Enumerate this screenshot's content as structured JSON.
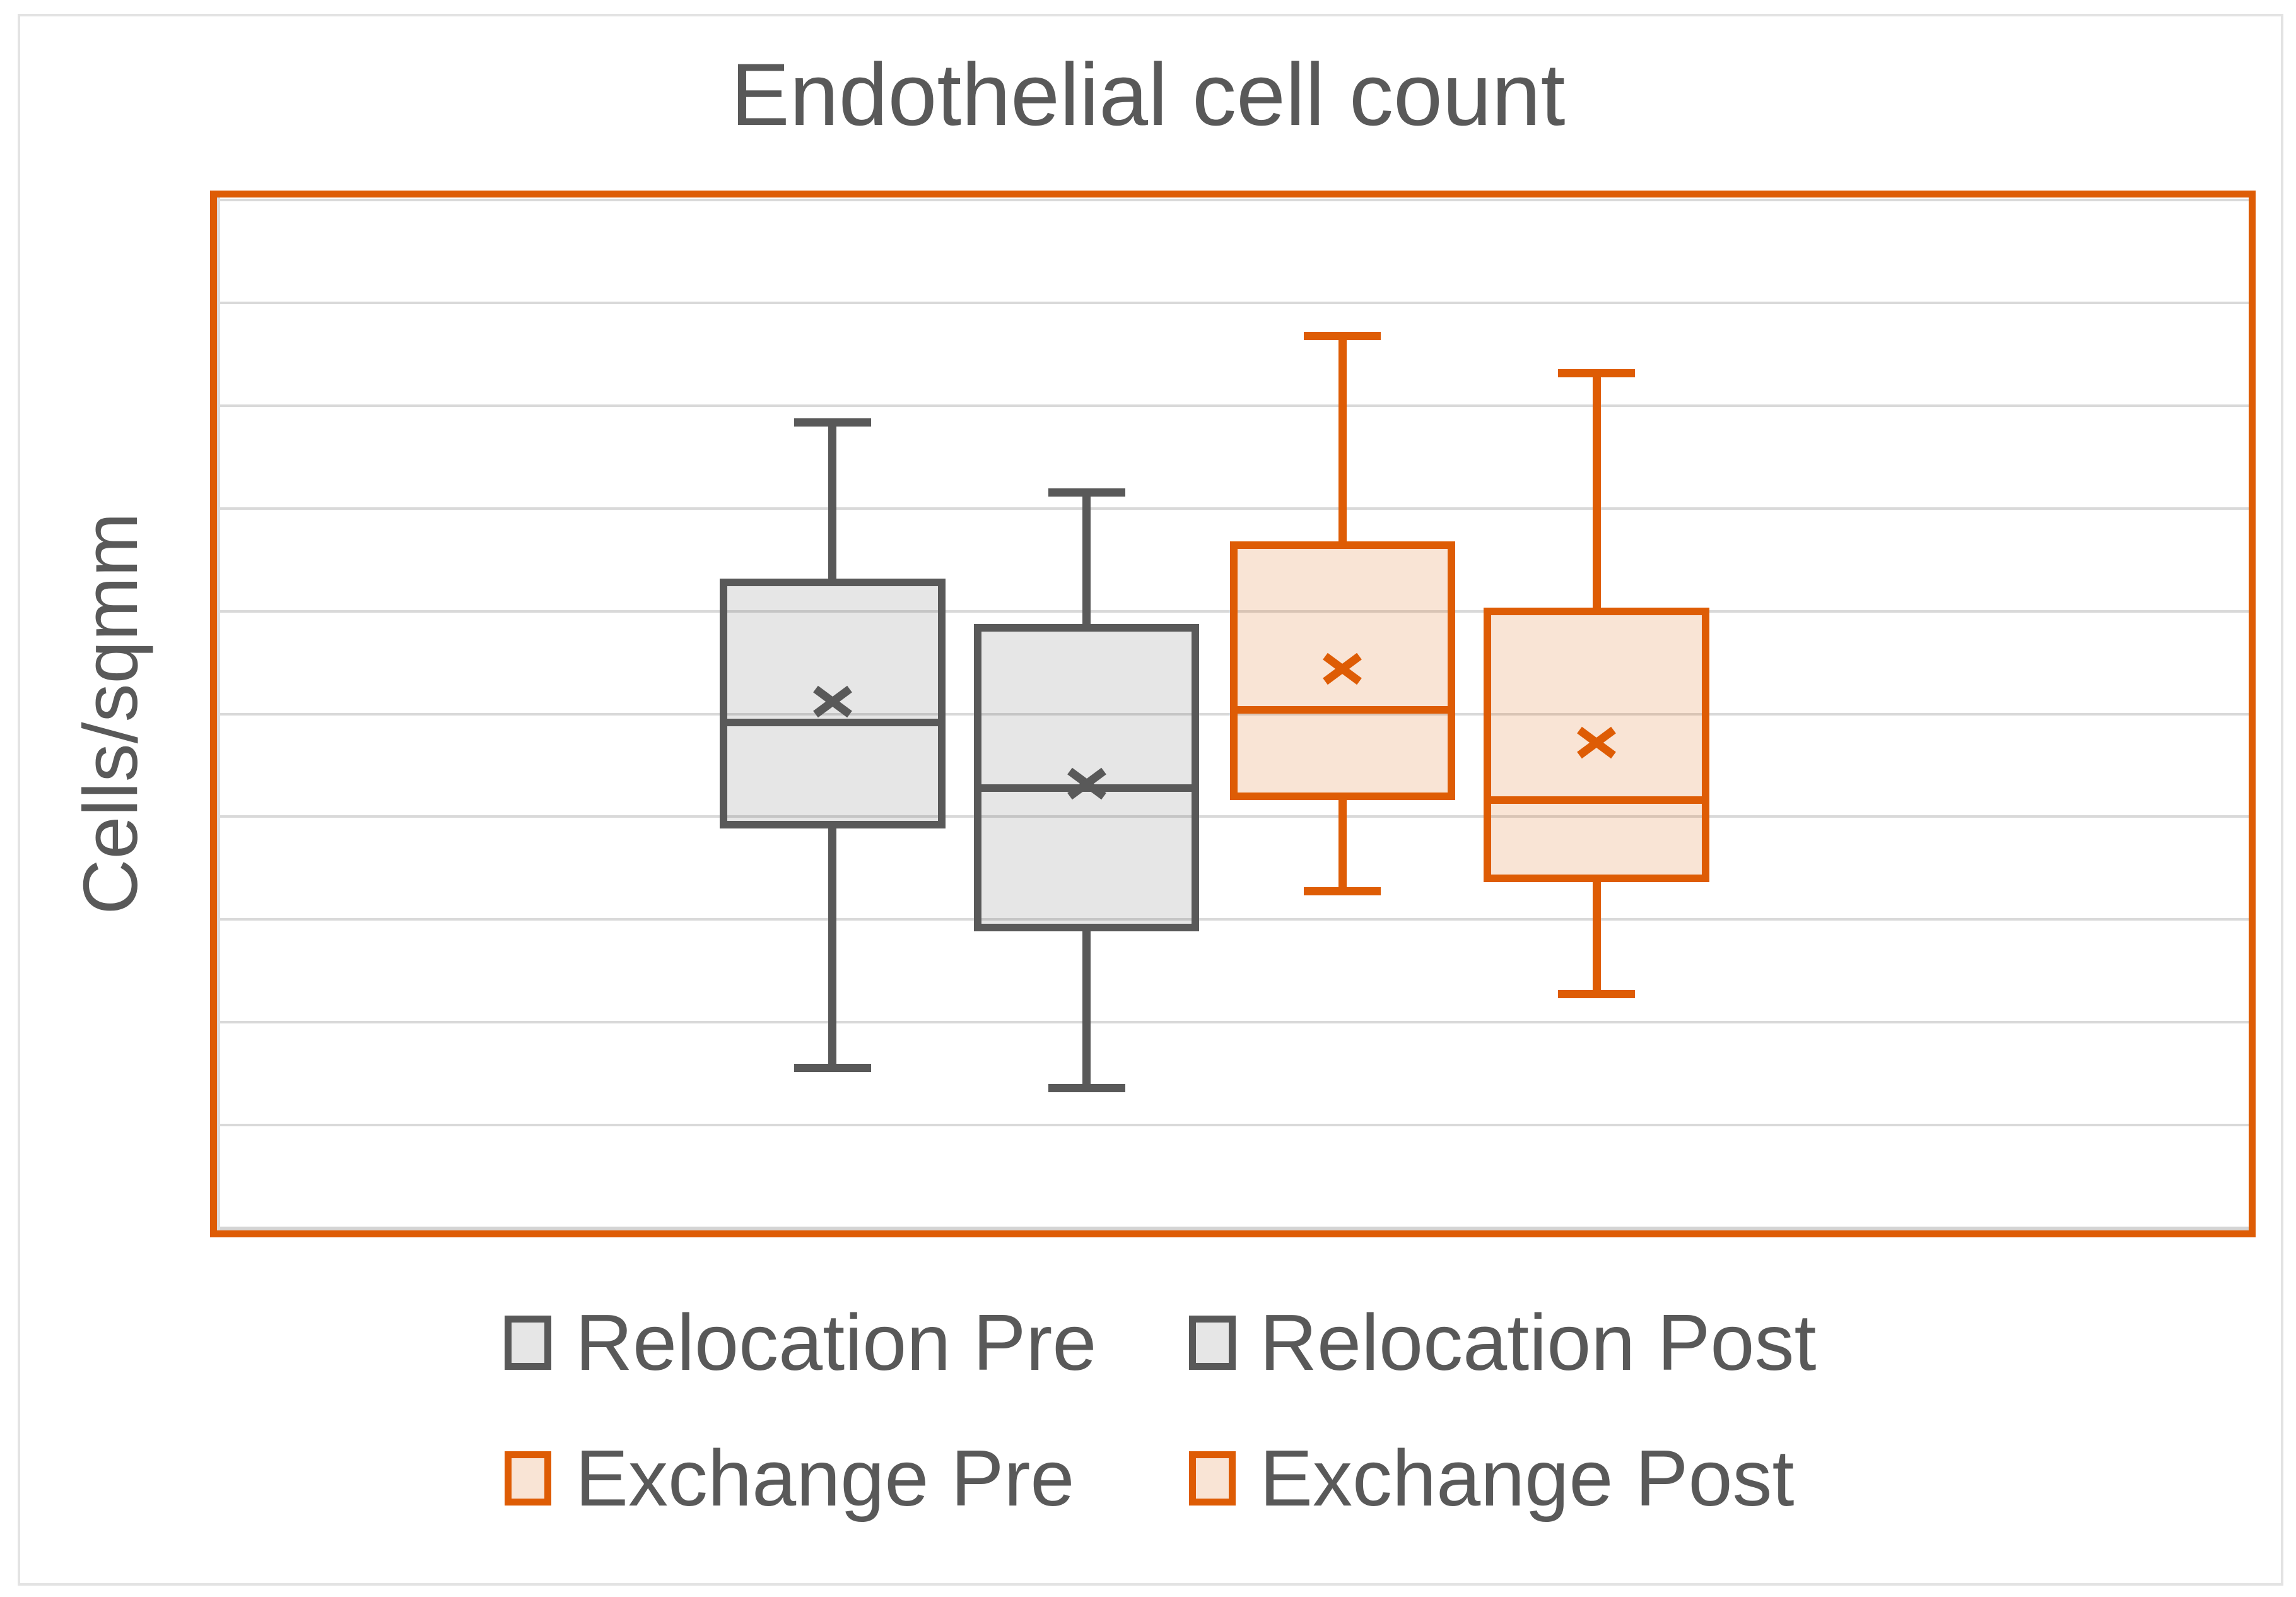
{
  "title": "Endothelial cell count",
  "y_axis_label": "Cells/sqmm",
  "colors": {
    "accent_orange": "#DE5C05",
    "accent_orange_fill": "rgba(222,92,5,0.17)",
    "series_gray": "#595959",
    "series_gray_fill": "rgba(89,89,89,0.15)",
    "gridline": "#D9D9D9",
    "plot_border": "#DE5C05",
    "outer_frame": "#E3E3E3",
    "text": "#595959"
  },
  "legend_position": "bottom",
  "chart_data": {
    "type": "box",
    "title": "Endothelial cell count",
    "ylabel": "Cells/sqmm",
    "xlabel": "",
    "categories": [
      "Relocation Pre",
      "Relocation Post",
      "Exchange Pre",
      "Exchange Post"
    ],
    "axis": {
      "min": 500,
      "max": 3000,
      "gridline_step": 250,
      "tick_labels_visible": false
    },
    "grid": true,
    "legend_position": "bottom",
    "box_width_frac": 0.111,
    "series": [
      {
        "name": "Relocation Pre",
        "color": "#595959",
        "fill": "rgba(89,89,89,0.15)",
        "whisker_low": 890,
        "q1": 1480,
        "median": 1730,
        "mean": 1780,
        "q3": 2070,
        "whisker_high": 2460,
        "x_center_frac": 0.303
      },
      {
        "name": "Relocation Post",
        "color": "#595959",
        "fill": "rgba(89,89,89,0.15)",
        "whisker_low": 840,
        "q1": 1230,
        "median": 1570,
        "mean": 1580,
        "q3": 1960,
        "whisker_high": 2290,
        "x_center_frac": 0.428
      },
      {
        "name": "Exchange Pre",
        "color": "#DE5C05",
        "fill": "rgba(222,92,5,0.17)",
        "whisker_low": 1320,
        "q1": 1550,
        "median": 1760,
        "mean": 1860,
        "q3": 2160,
        "whisker_high": 2670,
        "x_center_frac": 0.554
      },
      {
        "name": "Exchange Post",
        "color": "#DE5C05",
        "fill": "rgba(222,92,5,0.17)",
        "whisker_low": 1070,
        "q1": 1350,
        "median": 1540,
        "mean": 1680,
        "q3": 2000,
        "whisker_high": 2580,
        "x_center_frac": 0.679
      }
    ]
  }
}
